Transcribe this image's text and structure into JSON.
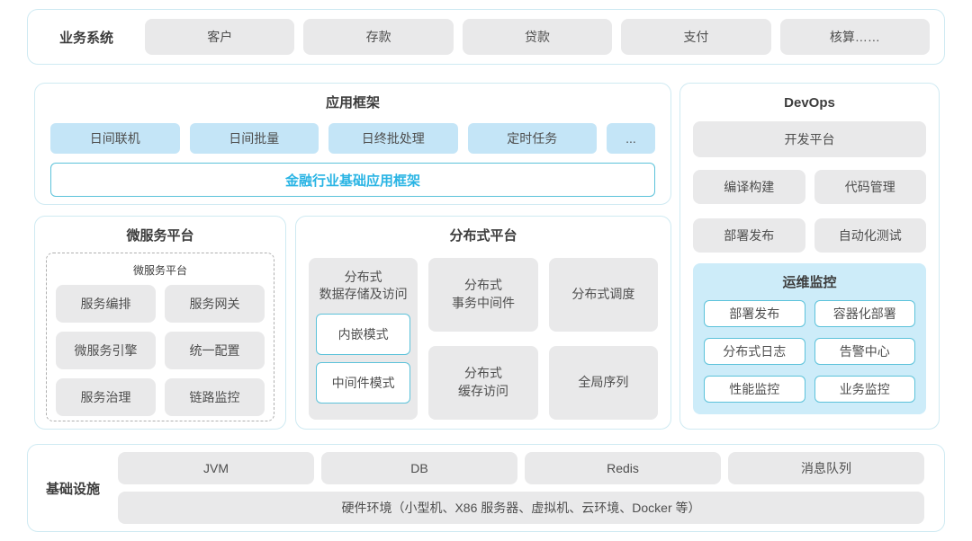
{
  "palette": {
    "container_border": "#cfeaf2",
    "gray_box": "#e9e9ea",
    "blue_box": "#c4e5f7",
    "monitor_panel": "#cdecf9",
    "cyan_border": "#5cc2da",
    "accent_text": "#29b4e4",
    "title_text": "#3c3c3c",
    "box_text": "#4e4e4e"
  },
  "business_systems": {
    "label": "业务系统",
    "items": [
      "客户",
      "存款",
      "贷款",
      "支付",
      "核算……"
    ]
  },
  "app_framework": {
    "title": "应用框架",
    "items": [
      "日间联机",
      "日间批量",
      "日终批处理",
      "定时任务",
      "..."
    ],
    "base_framework": "金融行业基础应用框架"
  },
  "microservice_platform": {
    "title": "微服务平台",
    "inner_title": "微服务平台",
    "items": [
      "服务编排",
      "服务网关",
      "微服务引擎",
      "统一配置",
      "服务治理",
      "链路监控"
    ]
  },
  "distributed_platform": {
    "title": "分布式平台",
    "storage": {
      "label": "分布式\n数据存储及访问",
      "modes": [
        "内嵌模式",
        "中间件模式"
      ]
    },
    "col2": [
      "分布式\n事务中间件",
      "分布式\n缓存访问"
    ],
    "col3": [
      "分布式调度",
      "全局序列"
    ]
  },
  "devops": {
    "title": "DevOps",
    "platform": "开发平台",
    "items": [
      "编译构建",
      "代码管理",
      "部署发布",
      "自动化测试"
    ],
    "ops_monitor": {
      "title": "运维监控",
      "items": [
        "部署发布",
        "容器化部署",
        "分布式日志",
        "告警中心",
        "性能监控",
        "业务监控"
      ]
    }
  },
  "infrastructure": {
    "label": "基础设施",
    "items": [
      "JVM",
      "DB",
      "Redis",
      "消息队列"
    ],
    "hardware": "硬件环境（小型机、X86 服务器、虚拟机、云环境、Docker 等）"
  }
}
